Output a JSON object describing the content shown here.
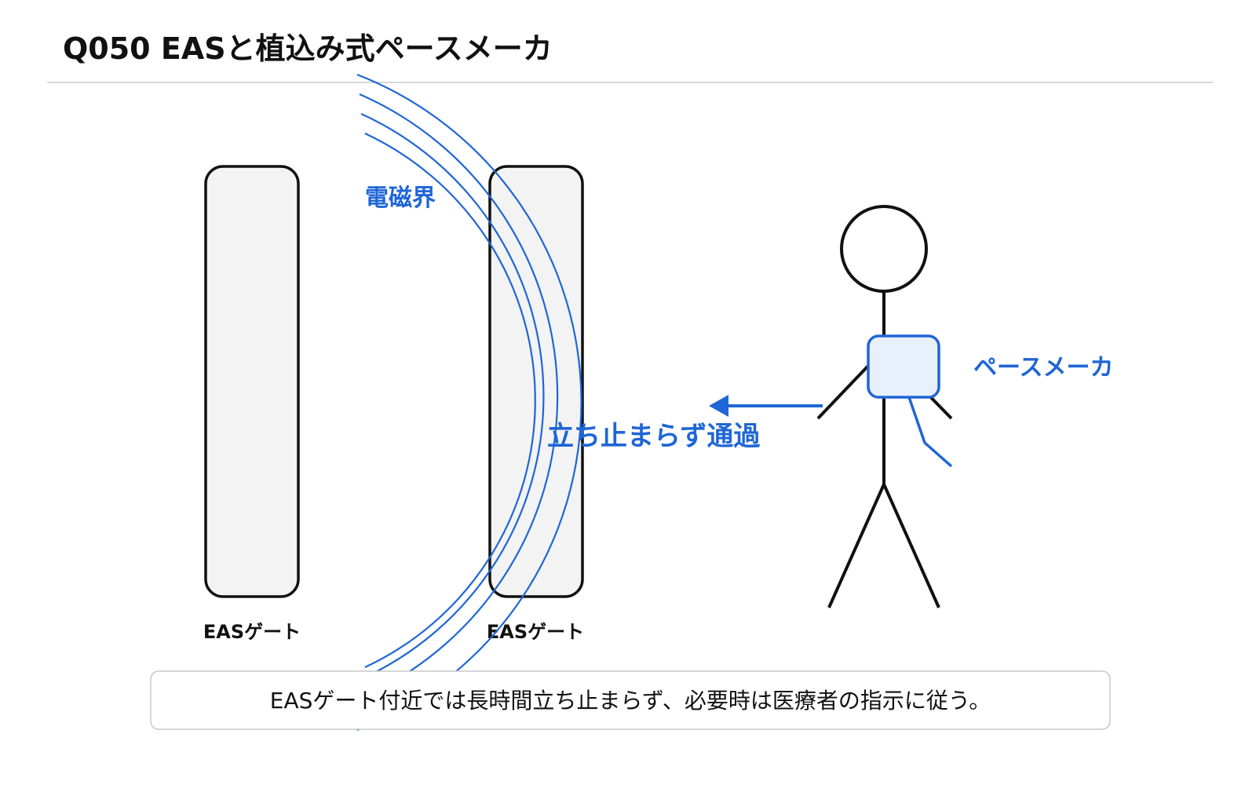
{
  "title": "Q050  EASと植込み式ペースメーカ",
  "labels": {
    "field": "電磁界",
    "pacemaker": "ペースメーカ",
    "walk_through": "立ち止まらず通過",
    "gate_left": "EASゲート",
    "gate_right": "EASゲート"
  },
  "note": "EASゲート付近では長時間立ち止まらず、必要時は医療者の指示に従う。",
  "colors": {
    "accent": "#1f66d6",
    "ink": "#111111",
    "gate_fill": "#f3f3f3",
    "pacemaker_fill": "#e8f0fc",
    "rule": "#cccccc",
    "note_border": "#c8c8c8"
  }
}
